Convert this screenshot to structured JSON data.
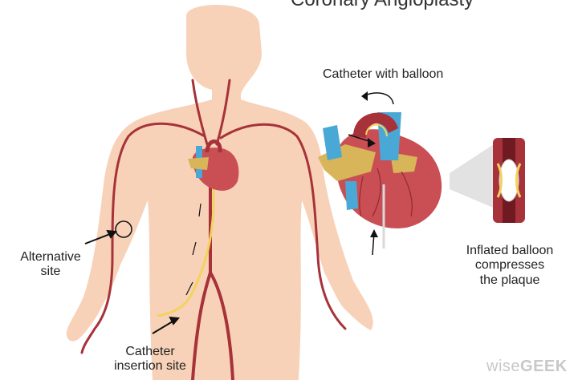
{
  "title": "Coronary Angioplasty",
  "labels": {
    "catheter_with_balloon": "Catheter with balloon",
    "alternative_site_line1": "Alternative",
    "alternative_site_line2": "site",
    "catheter_insertion_line1": "Catheter",
    "catheter_insertion_line2": "insertion site",
    "inflated_line1": "Inflated balloon",
    "inflated_line2": "compresses",
    "inflated_line3": "the plaque"
  },
  "watermark": {
    "part1": "wise",
    "part2": "GEEK"
  },
  "colors": {
    "skin": "#f7d2b8",
    "artery": "#a8323a",
    "heart": "#c94f55",
    "vein": "#4aa8d6",
    "fat": "#d8b558",
    "catheter": "#f2d35e",
    "arrow": "#111111"
  }
}
